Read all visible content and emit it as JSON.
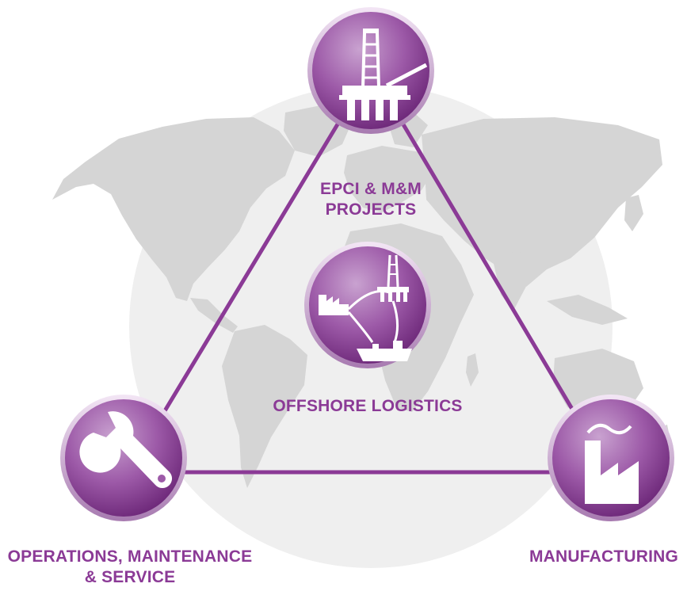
{
  "colors": {
    "accent": "#8b3a96",
    "node_light": "#b98cc2",
    "node_dark": "#6f2a7b",
    "globe": "#efefef",
    "map": "#d5d5d5"
  },
  "nodes": [
    {
      "id": "epci",
      "icon": "oil-platform-icon",
      "label_lines": [
        "EPCI & M&M",
        "PROJECTS"
      ]
    },
    {
      "id": "logistics",
      "icon": "offshore-logistics-icon",
      "label_lines": [
        "OFFSHORE LOGISTICS"
      ]
    },
    {
      "id": "operations",
      "icon": "wrench-icon",
      "label_lines": [
        "OPERATIONS, MAINTENANCE",
        "& SERVICE"
      ]
    },
    {
      "id": "manufacturing",
      "icon": "factory-icon",
      "label_lines": [
        "MANUFACTURING"
      ]
    }
  ]
}
